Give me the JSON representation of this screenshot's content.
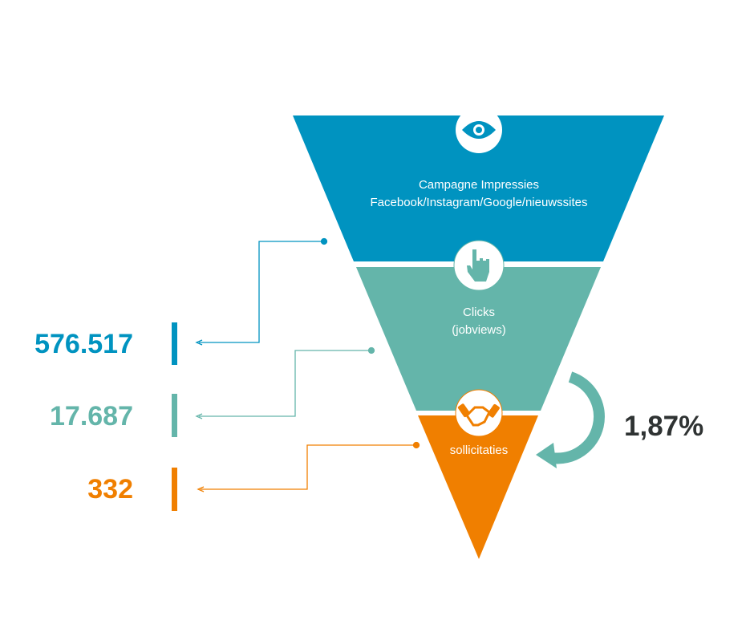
{
  "stages": [
    {
      "title": "Campagne Impressies",
      "subtitle": "Facebook/Instagram/Google/nieuwssites",
      "value": "576.517",
      "icon": "eye-icon",
      "color": "#0093c0"
    },
    {
      "title": "Clicks",
      "subtitle": "(jobviews)",
      "value": "17.687",
      "icon": "pointing-hand-icon",
      "color": "#64b5aa"
    },
    {
      "title": "sollicitaties",
      "value": "332",
      "icon": "handshake-icon",
      "color": "#f07f00"
    }
  ],
  "conversion_rate": "1,87%",
  "text_color": "#2f3333"
}
